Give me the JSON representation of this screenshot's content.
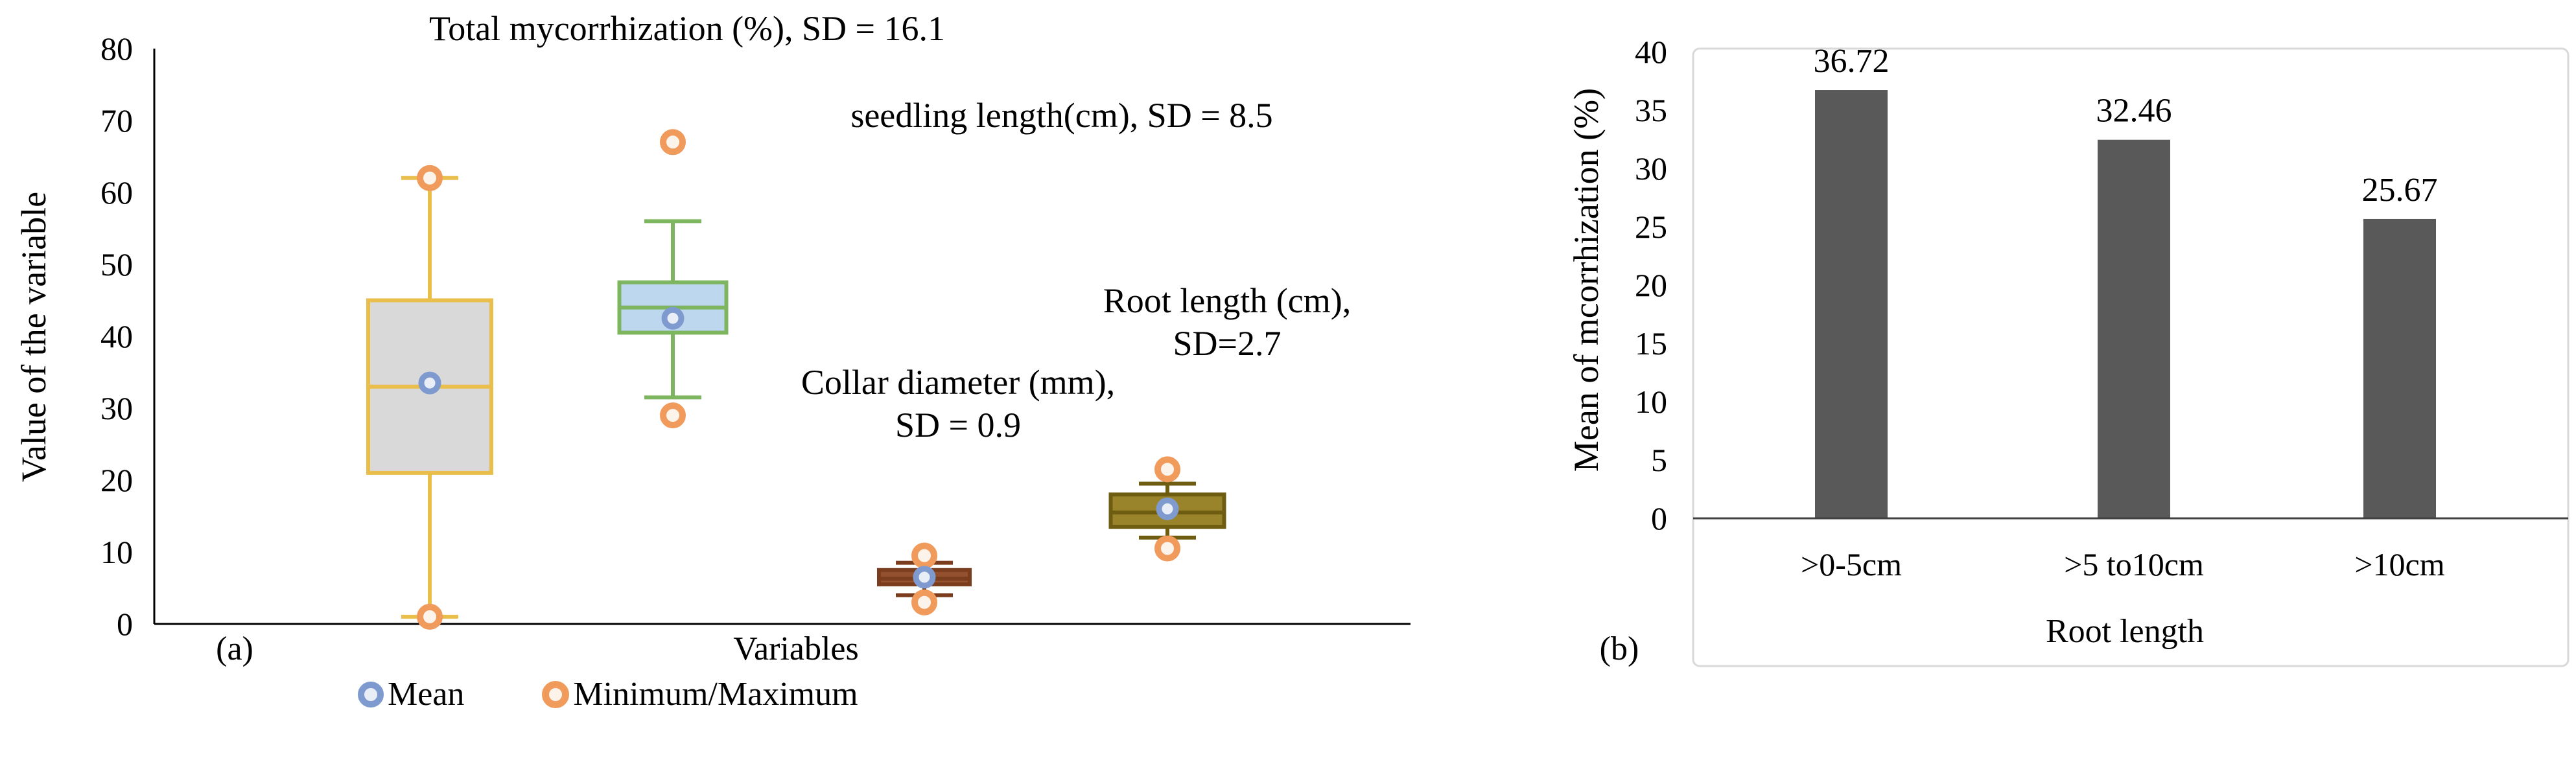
{
  "panel_a": {
    "label": "(a)",
    "y_axis_title": "Value of the variable",
    "x_axis_title": "Variables",
    "legend": [
      {
        "label": "Mean"
      },
      {
        "label": "Minimum/Maximum"
      }
    ],
    "annotations": [
      {
        "text": "Total mycorrhization (%), SD = 16.1"
      },
      {
        "text": "seedling length(cm), SD = 8.5"
      },
      {
        "text": "Collar diameter (mm),\nSD = 0.9"
      },
      {
        "text": "Root length (cm),\nSD=2.7"
      }
    ]
  },
  "panel_b": {
    "label": "(b)",
    "y_axis_title": "Mean of mcorrhization (%)",
    "x_axis_title": "Root length"
  },
  "chart_data": [
    {
      "type": "boxplot",
      "id": "panel_a",
      "title": "",
      "xlabel": "Variables",
      "ylabel": "Value of the variable",
      "ylim": [
        0,
        80
      ],
      "ytick_step": 10,
      "legend": [
        "Mean",
        "Minimum/Maximum"
      ],
      "legend_position": "bottom",
      "grid": false,
      "series": [
        {
          "name": "Total mycorrhization (%)",
          "sd": 16.1,
          "q1": 21,
          "median": 33,
          "q3": 45,
          "whisker_low": 1,
          "whisker_high": 62,
          "mean": 33.5,
          "min": 1,
          "max": 62,
          "box_fill": "#D9D9D9",
          "box_stroke": "#E9BE4B"
        },
        {
          "name": "seedling length (cm)",
          "sd": 8.5,
          "q1": 40.5,
          "median": 44,
          "q3": 47.5,
          "whisker_low": 31.5,
          "whisker_high": 56,
          "mean": 42.5,
          "min": 29,
          "max": 67,
          "box_fill": "#BDD7EE",
          "box_stroke": "#7EB55F"
        },
        {
          "name": "Collar diameter (mm)",
          "sd": 0.9,
          "q1": 5.5,
          "median": 6.3,
          "q3": 7.5,
          "whisker_low": 4,
          "whisker_high": 8.5,
          "mean": 6.5,
          "min": 3,
          "max": 9.5,
          "box_fill": "#94512F",
          "box_stroke": "#7A3E1E"
        },
        {
          "name": "Root length (cm)",
          "sd": 2.7,
          "q1": 13.5,
          "median": 15.5,
          "q3": 18,
          "whisker_low": 12,
          "whisker_high": 19.5,
          "mean": 16,
          "min": 10.5,
          "max": 21.5,
          "box_fill": "#99832B",
          "box_stroke": "#6E5C10"
        }
      ],
      "marker_colors": {
        "mean_ring": "#7E9ACF",
        "mean_fill": "#E8EDF6",
        "minmax_ring": "#F09A5C",
        "minmax_fill": "#FCF3EA"
      }
    },
    {
      "type": "bar",
      "id": "panel_b",
      "title": "",
      "categories": [
        ">0-5cm",
        ">5 to10cm",
        ">10cm"
      ],
      "values": [
        36.72,
        32.46,
        25.67
      ],
      "data_labels": [
        "36.72",
        "32.46",
        "25.67"
      ],
      "xlabel": "Root length",
      "ylabel": "Mean of mcorrhization (%)",
      "ylim": [
        0,
        40
      ],
      "ytick_step": 5,
      "grid": false,
      "bar_color": "#595959",
      "frame_color": "#D9D9D9",
      "axis_color": "#404040"
    }
  ]
}
